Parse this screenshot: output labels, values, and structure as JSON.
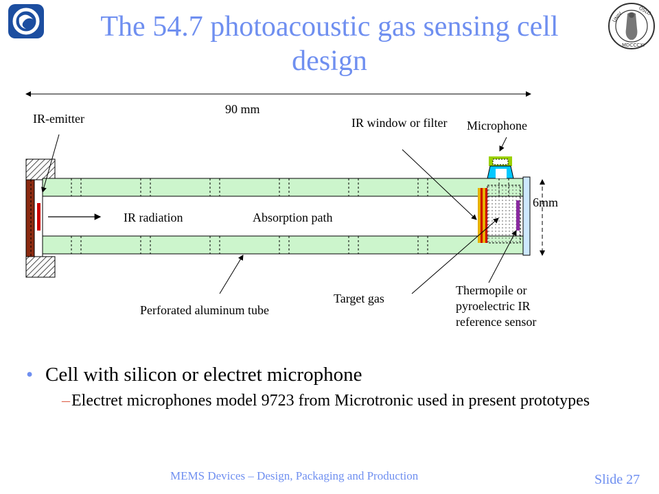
{
  "title": "The 54.7 photoacoustic gas sensing cell design",
  "diagram": {
    "dimension_length": "90 mm",
    "dimension_height": "6mm",
    "labels": {
      "ir_emitter": "IR-emitter",
      "ir_window": "IR window or filter",
      "microphone": "Microphone",
      "ir_radiation": "IR radiation",
      "absorption_path": "Absorption path",
      "perforated_tube": "Perforated aluminum tube",
      "target_gas": "Target gas",
      "thermopile": "Thermopile or pyroelectric IR reference sensor"
    }
  },
  "bullets": {
    "main": "Cell with silicon or electret microphone",
    "sub": "Electret microphones model 9723 from Microtronic used in present prototypes"
  },
  "footer": "MEMS Devices – Design, Packaging and Production",
  "slide_number": "Slide 27",
  "colors": {
    "accent": "#6f8ff0",
    "tube": "#ccf5cc"
  }
}
